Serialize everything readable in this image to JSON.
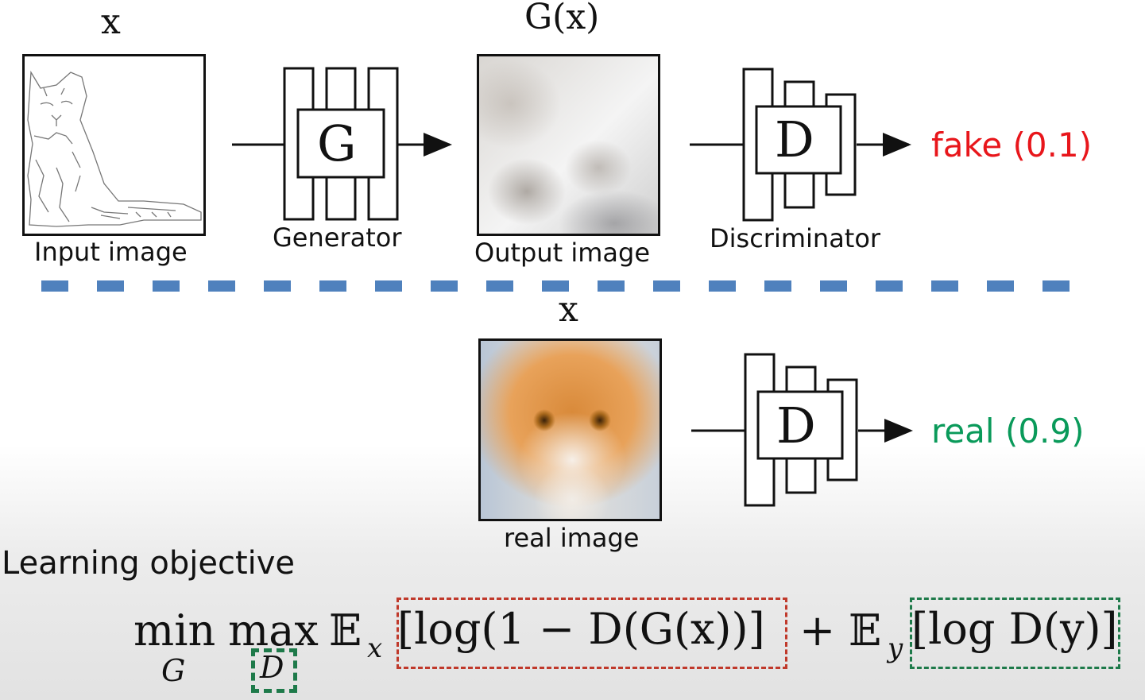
{
  "top": {
    "x_label": "x",
    "gx_label": "G(x)",
    "input_caption": "Input image",
    "generator_letter": "G",
    "generator_caption": "Generator",
    "output_caption": "Output image",
    "discriminator_letter": "D",
    "discriminator_caption": "Discriminator",
    "fake_output": "fake (0.1)"
  },
  "bottom": {
    "x_label": "x",
    "real_caption": "real image",
    "discriminator_letter": "D",
    "real_output": "real (0.9)"
  },
  "objective": {
    "heading": "Learning objective",
    "min": "min",
    "min_sub": "G",
    "max": "max",
    "max_sub": "D",
    "ex": "𝔼",
    "ex_sub": "x",
    "term1": "[log(1 − D(G(x))]",
    "plus": "+",
    "ey": "𝔼",
    "ey_sub": "y",
    "term2": "[log D(y)]"
  },
  "colors": {
    "fake": "#e8161b",
    "real": "#0a9a5a",
    "dash_line": "#4f81bd",
    "term1_box": "#c0392b",
    "term2_box": "#1e7a4a",
    "d_box": "#1e7a4a"
  }
}
